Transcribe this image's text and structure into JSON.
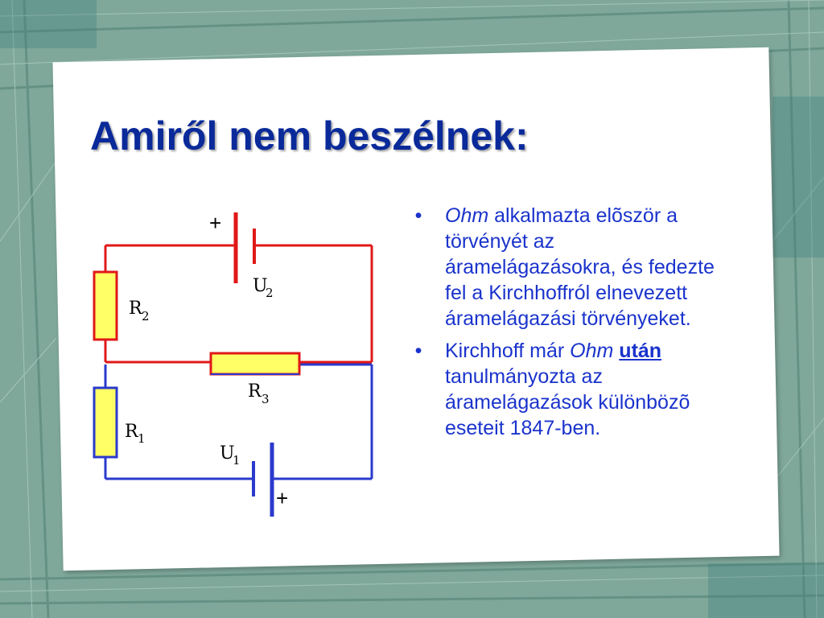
{
  "slide": {
    "title": "Amiről nem beszélnek:",
    "circuit": {
      "battery_top": {
        "plus": "+",
        "label": "U",
        "sub": "2"
      },
      "battery_bottom": {
        "plus": "+",
        "label": "U",
        "sub": "1"
      },
      "resistor_top_left": {
        "label": "R",
        "sub": "2"
      },
      "resistor_middle": {
        "label": "R",
        "sub": "3"
      },
      "resistor_bottom_left": {
        "label": "R",
        "sub": "1"
      },
      "colors": {
        "upper_loop": "#e01818",
        "lower_loop": "#2a3acc",
        "resistor_fill": "#ffff66"
      }
    },
    "bullets": [
      {
        "bullet": "•",
        "part1": "Ohm",
        "part2": " alkalmazta elõször a törvényét az áramelágazásokra, és fedezte fel a Kirchhoffról elnevezett áramelágazási törvényeket."
      },
      {
        "bullet": "•",
        "part1": " Kirchhoff már ",
        "part2": "Ohm",
        "part3": "után",
        "part4": " tanulmányozta az áramelágazások különbözõ eseteit 1847-ben."
      }
    ],
    "colors": {
      "title": "#0a2a9a",
      "text": "#1a33cc",
      "background": "#7fa89b",
      "card": "#ffffff"
    }
  }
}
